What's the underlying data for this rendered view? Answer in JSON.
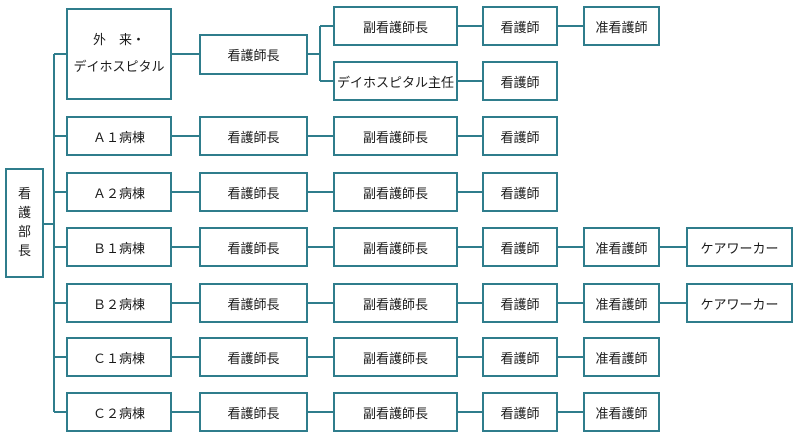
{
  "root": {
    "chars": [
      "看",
      "護",
      "部",
      "長"
    ]
  },
  "colors": {
    "line": "#2f7d8c",
    "box_fill": "#ffffff",
    "text": "#1a1a1a"
  },
  "outpatient": {
    "unit_line1": "外　来・",
    "unit_line2": "デイホスピタル",
    "head": "看護師長",
    "branch_top": [
      "副看護師長",
      "看護師",
      "准看護師"
    ],
    "branch_bottom": [
      "デイホスピタル主任",
      "看護師"
    ]
  },
  "wards": [
    {
      "unit": "Ａ１病棟",
      "chain": [
        "看護師長",
        "副看護師長",
        "看護師"
      ]
    },
    {
      "unit": "Ａ２病棟",
      "chain": [
        "看護師長",
        "副看護師長",
        "看護師"
      ]
    },
    {
      "unit": "Ｂ１病棟",
      "chain": [
        "看護師長",
        "副看護師長",
        "看護師",
        "准看護師",
        "ケアワーカー"
      ]
    },
    {
      "unit": "Ｂ２病棟",
      "chain": [
        "看護師長",
        "副看護師長",
        "看護師",
        "准看護師",
        "ケアワーカー"
      ]
    },
    {
      "unit": "Ｃ１病棟",
      "chain": [
        "看護師長",
        "副看護師長",
        "看護師",
        "准看護師"
      ]
    },
    {
      "unit": "Ｃ２病棟",
      "chain": [
        "看護師長",
        "副看護師長",
        "看護師",
        "准看護師"
      ]
    }
  ]
}
